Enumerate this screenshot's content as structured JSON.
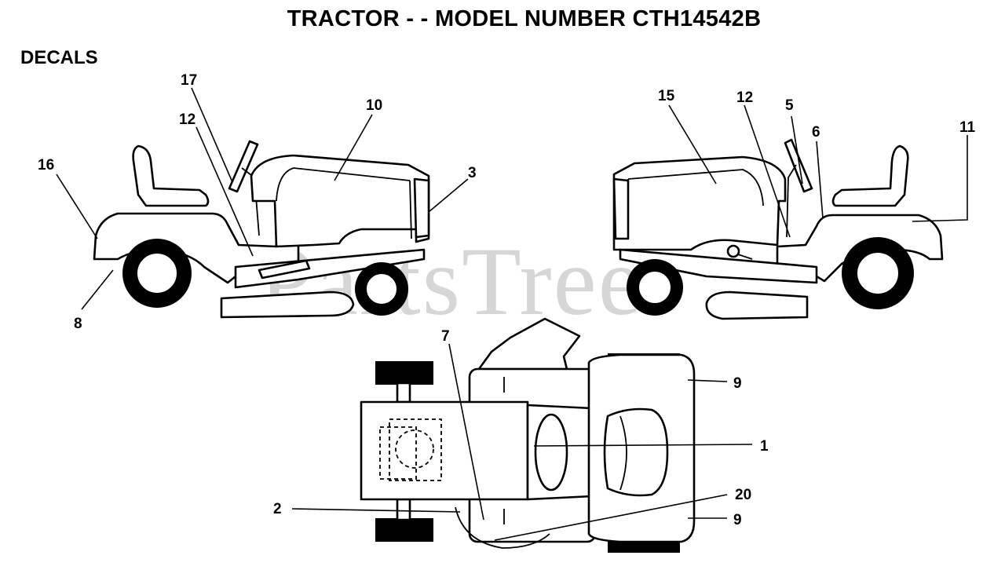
{
  "header": {
    "title": "TRACTOR - - MODEL NUMBER CTH14542B",
    "section": "DECALS"
  },
  "watermark": "PartsTree",
  "callouts": {
    "left_view": [
      "17",
      "12",
      "10",
      "16",
      "3",
      "8"
    ],
    "right_view": [
      "15",
      "12",
      "5",
      "6",
      "11"
    ],
    "top_view": [
      "7",
      "9",
      "1",
      "2",
      "20",
      "9"
    ]
  }
}
